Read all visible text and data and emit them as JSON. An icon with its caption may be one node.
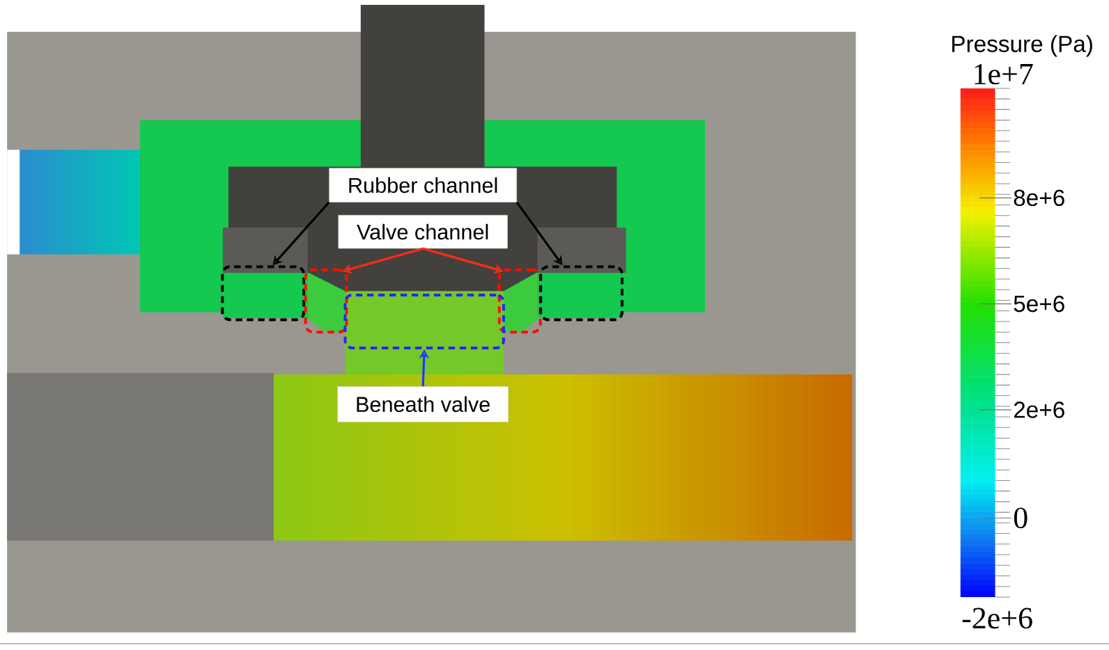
{
  "diagram": {
    "nodes": [
      {
        "text": [
          "Rubber channel"
        ]
      },
      {
        "text": [
          "Valve channel"
        ]
      },
      {
        "text": [],
        "shape": "box"
      },
      {
        "text": [],
        "shape": "box"
      },
      {
        "text": [],
        "shape": "box"
      },
      {
        "text": [],
        "shape": "box"
      },
      {
        "text": [],
        "shape": "box"
      },
      {
        "text": [
          "Beneath valve"
        ]
      }
    ],
    "edges": [
      {
        "from": 0,
        "to": 2,
        "arrow": "to"
      },
      {
        "from": 0,
        "to": 5,
        "arrow": "to"
      },
      {
        "from": 1,
        "to": 3,
        "arrow": "to",
        "color": "#ff2a1a"
      },
      {
        "from": 1,
        "to": 4,
        "arrow": "to",
        "color": "#ff2a1a"
      },
      {
        "from": 7,
        "to": 6,
        "arrow": "to",
        "color": "#1a3cff"
      }
    ],
    "labels": [
      "Pressure (Pa)",
      "1e+7",
      "8e+6",
      "5e+6",
      "2e+6",
      "0",
      "-2e+6"
    ]
  }
}
